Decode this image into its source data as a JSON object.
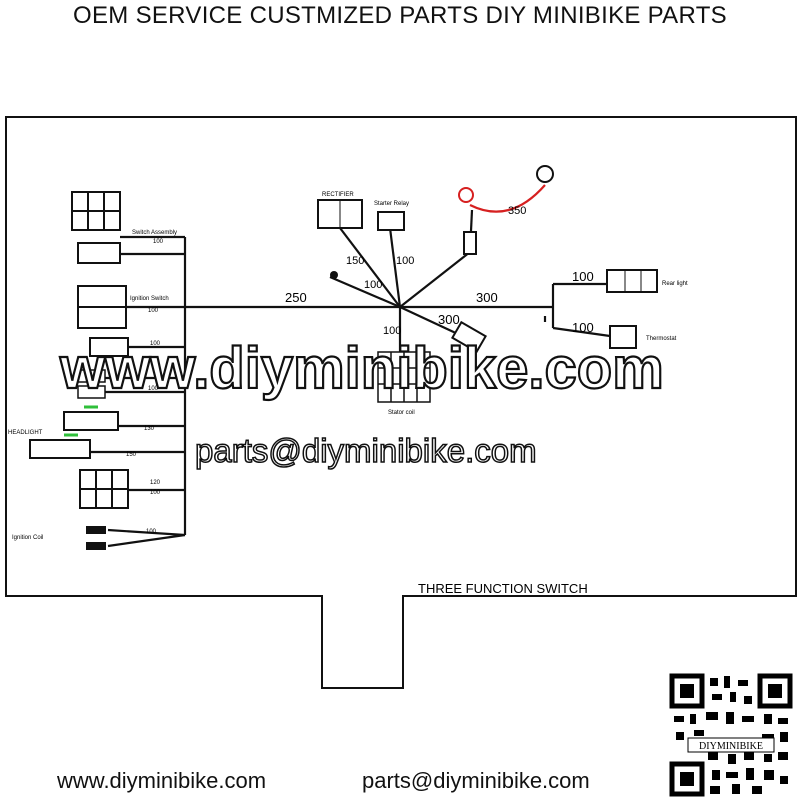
{
  "header": {
    "title": "OEM SERVICE CUSTMIZED PARTS DIY MINIBIKE PARTS"
  },
  "watermark": {
    "site": "www.diyminibike.com",
    "email": "parts@diyminibike.com"
  },
  "diagram": {
    "function_switch_label": "THREE FUNCTION SWITCH",
    "wire_lengths": {
      "main_left": "250",
      "main_right": "300",
      "rectifier": "150",
      "relay": "100",
      "battery": "350",
      "grounding": "100",
      "stator_upper": "300",
      "stator_lower": "100",
      "rear_light": "100",
      "thermostat": "100"
    },
    "component_labels": {
      "rectifier": "RECTIFIER",
      "starter_relay": "Starter Relay",
      "rear_light": "Rear light",
      "thermostat": "Thermostat",
      "stator_coil": "Stator coil",
      "switch_assembly": "Switch Assembly",
      "ignition_switch": "Ignition Switch",
      "headlight": "HEADLIGHT",
      "ignition_coil": "Ignition Coil"
    },
    "left_trunk_lengths": [
      "100",
      "100",
      "100",
      "100",
      "130",
      "150",
      "120",
      "100",
      "100"
    ]
  },
  "footer": {
    "site": "www.diyminibike.com",
    "email": "parts@diyminibike.com"
  },
  "qr": {
    "label": "DIYMINIBIKE"
  },
  "colors": {
    "line": "#111111",
    "battery_wire": "#d62020",
    "connector_green": "#2fbf3a"
  }
}
